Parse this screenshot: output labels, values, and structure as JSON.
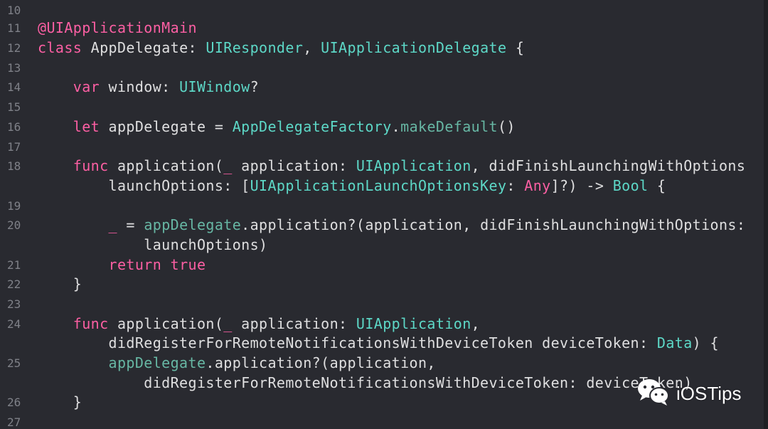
{
  "editor": {
    "line_numbers": [
      "10",
      "11",
      "12",
      "13",
      "14",
      "15",
      "16",
      "17",
      "18",
      "19",
      "20",
      "21",
      "22",
      "23",
      "24",
      "25",
      "26",
      "27"
    ],
    "lines": [
      {
        "tokens": []
      },
      {
        "tokens": [
          {
            "t": "@UIApplicationMain",
            "c": "kw"
          }
        ]
      },
      {
        "tokens": [
          {
            "t": "class",
            "c": "kw"
          },
          {
            "t": " AppDelegate: ",
            "c": "pl"
          },
          {
            "t": "UIResponder",
            "c": "ty"
          },
          {
            "t": ", ",
            "c": "pl"
          },
          {
            "t": "UIApplicationDelegate",
            "c": "ty"
          },
          {
            "t": " {",
            "c": "pl"
          }
        ]
      },
      {
        "tokens": []
      },
      {
        "tokens": [
          {
            "t": "    ",
            "c": "pl"
          },
          {
            "t": "var",
            "c": "kw"
          },
          {
            "t": " window: ",
            "c": "pl"
          },
          {
            "t": "UIWindow",
            "c": "ty"
          },
          {
            "t": "?",
            "c": "pl"
          }
        ]
      },
      {
        "tokens": []
      },
      {
        "tokens": [
          {
            "t": "    ",
            "c": "pl"
          },
          {
            "t": "let",
            "c": "kw"
          },
          {
            "t": " appDelegate = ",
            "c": "pl"
          },
          {
            "t": "AppDelegateFactory",
            "c": "ty"
          },
          {
            "t": ".",
            "c": "pl"
          },
          {
            "t": "makeDefault",
            "c": "fn"
          },
          {
            "t": "()",
            "c": "pl"
          }
        ]
      },
      {
        "tokens": []
      },
      {
        "tokens": [
          {
            "t": "    ",
            "c": "pl"
          },
          {
            "t": "func",
            "c": "kw"
          },
          {
            "t": " application(",
            "c": "pl"
          },
          {
            "t": "_",
            "c": "kw"
          },
          {
            "t": " application: ",
            "c": "pl"
          },
          {
            "t": "UIApplication",
            "c": "ty"
          },
          {
            "t": ", didFinishLaunchingWithOptions",
            "c": "pl"
          }
        ]
      },
      {
        "tokens": [
          {
            "t": "        launchOptions: [",
            "c": "pl"
          },
          {
            "t": "UIApplicationLaunchOptionsKey",
            "c": "ty"
          },
          {
            "t": ": ",
            "c": "pl"
          },
          {
            "t": "Any",
            "c": "kw"
          },
          {
            "t": "]?) -> ",
            "c": "pl"
          },
          {
            "t": "Bool",
            "c": "ty"
          },
          {
            "t": " {",
            "c": "pl"
          }
        ]
      },
      {
        "tokens": []
      },
      {
        "tokens": [
          {
            "t": "        ",
            "c": "pl"
          },
          {
            "t": "_",
            "c": "kw"
          },
          {
            "t": " = ",
            "c": "pl"
          },
          {
            "t": "appDelegate",
            "c": "fn"
          },
          {
            "t": ".application?(application, didFinishLaunchingWithOptions:",
            "c": "pl"
          }
        ]
      },
      {
        "tokens": [
          {
            "t": "            launchOptions)",
            "c": "pl"
          }
        ]
      },
      {
        "tokens": [
          {
            "t": "        ",
            "c": "pl"
          },
          {
            "t": "return",
            "c": "kw"
          },
          {
            "t": " ",
            "c": "pl"
          },
          {
            "t": "true",
            "c": "kw"
          }
        ]
      },
      {
        "tokens": [
          {
            "t": "    }",
            "c": "pl"
          }
        ]
      },
      {
        "tokens": []
      },
      {
        "tokens": [
          {
            "t": "    ",
            "c": "pl"
          },
          {
            "t": "func",
            "c": "kw"
          },
          {
            "t": " application(",
            "c": "pl"
          },
          {
            "t": "_",
            "c": "kw"
          },
          {
            "t": " application: ",
            "c": "pl"
          },
          {
            "t": "UIApplication",
            "c": "ty"
          },
          {
            "t": ",",
            "c": "pl"
          }
        ]
      },
      {
        "tokens": [
          {
            "t": "        didRegisterForRemoteNotificationsWithDeviceToken deviceToken: ",
            "c": "pl"
          },
          {
            "t": "Data",
            "c": "ty"
          },
          {
            "t": ") {",
            "c": "pl"
          }
        ]
      },
      {
        "tokens": [
          {
            "t": "        ",
            "c": "pl"
          },
          {
            "t": "appDelegate",
            "c": "fn"
          },
          {
            "t": ".application?(application,",
            "c": "pl"
          }
        ]
      },
      {
        "tokens": [
          {
            "t": "            didRegisterForRemoteNotificationsWithDeviceToken: deviceToken)",
            "c": "pl"
          }
        ]
      },
      {
        "tokens": [
          {
            "t": "    }",
            "c": "pl"
          }
        ]
      },
      {
        "tokens": []
      }
    ]
  },
  "colors": {
    "background": "#292a30",
    "keyword": "#fc5fa3",
    "type": "#5dd8c7",
    "function": "#67b7a4",
    "plain": "#dfdfe0",
    "line_number": "#7f8188"
  },
  "watermark": {
    "icon": "wechat-icon",
    "text": "iOSTips"
  }
}
